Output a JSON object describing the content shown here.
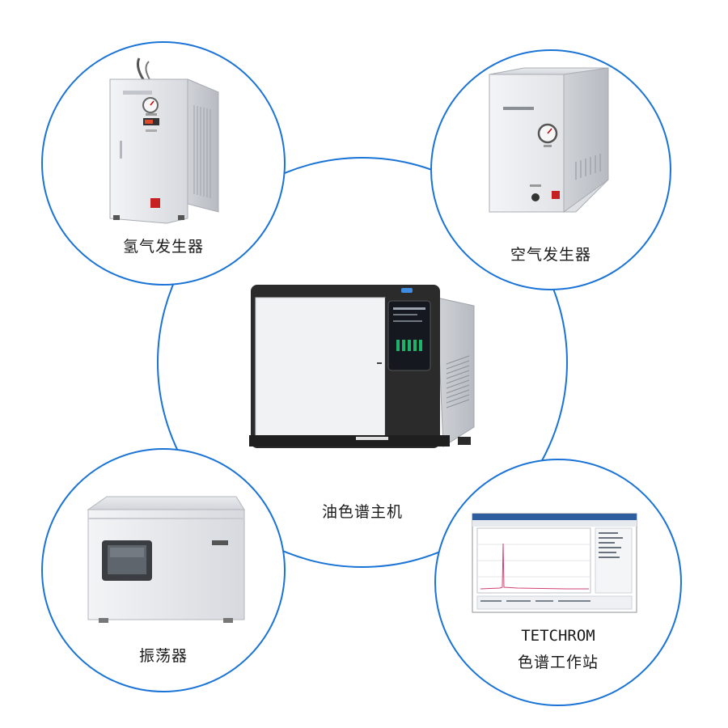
{
  "diagram": {
    "center": {
      "label": "油色谱主机"
    },
    "nodes": [
      {
        "id": "hydrogen",
        "label": "氢气发生器"
      },
      {
        "id": "air",
        "label": "空气发生器"
      },
      {
        "id": "shaker",
        "label": "振荡器"
      },
      {
        "id": "workstation",
        "label_line1": "TETCHROM",
        "label_line2": "色谱工作站"
      }
    ],
    "colors": {
      "ring": "#1a73d6",
      "panel_dark": "#2b2b2b",
      "device_body": "#e4e6ea"
    }
  }
}
